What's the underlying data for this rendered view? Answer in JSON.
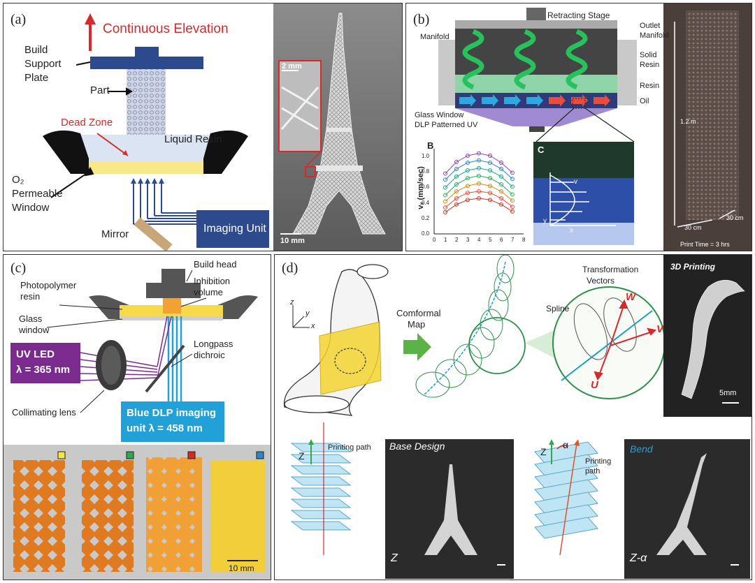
{
  "panel_a": {
    "label": "(a)",
    "elevation": "Continuous Elevation",
    "build_plate": [
      "Build",
      "Support",
      "Plate"
    ],
    "part": "Part",
    "dead_zone": "Dead Zone",
    "liquid_resin": "Liquid Resin",
    "window": [
      "O₂",
      "Permeable",
      "Window"
    ],
    "mirror": "Mirror",
    "imaging_unit": "Imaging Unit",
    "scale_small": "2 mm",
    "scale_large": "10 mm"
  },
  "panel_b": {
    "label": "(b)",
    "retracting_stage": "Retracting Stage",
    "manifold": "Manifold",
    "outlet_manifold": [
      "Outlet",
      "Manifold"
    ],
    "solid_resin": [
      "Solid",
      "Resin"
    ],
    "resin": "Resin",
    "oil": "Oil",
    "glass_window": "Glass Window",
    "dlp": "DLP Patterned UV",
    "inset_b": "B",
    "inset_c": "C",
    "ylabel": "vₓ (mm/sec)",
    "y_ticks": [
      "0.0",
      "0.2",
      "0.4",
      "0.6",
      "0.8",
      "1.0"
    ],
    "x_ticks": [
      "0",
      "1",
      "2",
      "3",
      "4",
      "5",
      "6",
      "7",
      "8"
    ],
    "c_v": "v",
    "c_x": "x",
    "c_y": "y",
    "height_label": "1.2 m",
    "width_30": "30 cm",
    "width_30b": "30 cm",
    "print_time": "Print Time = 3 hrs"
  },
  "panel_c": {
    "label": "(c)",
    "build_head": "Build head",
    "photopolymer": [
      "Photopolymer",
      "resin"
    ],
    "inhibition": [
      "Inhibition",
      "volume"
    ],
    "glass": [
      "Glass",
      "window"
    ],
    "uv_led": [
      "UV LED",
      "λ = 365 nm"
    ],
    "longpass": [
      "Longpass",
      "dichroic"
    ],
    "collimating": "Collimating lens",
    "blue_dlp": [
      "Blue DLP imaging",
      "unit λ = 458 nm"
    ],
    "scale": "10 mm"
  },
  "panel_d": {
    "label": "(d)",
    "conformal": [
      "Comformal",
      "Map"
    ],
    "transformation": [
      "Transformation",
      "Vectors"
    ],
    "spline": "Spline",
    "w": "W",
    "v": "V",
    "u": "U",
    "three_d": "3D Printing",
    "scale_5mm": "5mm",
    "z1": "Z",
    "z2": "Z",
    "alpha": "α",
    "printing_path": "Printing path",
    "printing_path2": [
      "Printing",
      "path"
    ],
    "base_design": "Base Design",
    "bend": "Bend",
    "z_caption": "Z",
    "za_caption": "Z-α",
    "axis_x": "x",
    "axis_y": "y",
    "axis_z": "z"
  },
  "chart_data": {
    "type": "scatter",
    "title": "",
    "xlabel": "",
    "ylabel": "vₓ (mm/sec)",
    "xlim": [
      0,
      8
    ],
    "ylim": [
      0.0,
      1.1
    ],
    "x": [
      1,
      2,
      3,
      4,
      5,
      6,
      7
    ],
    "series": [
      {
        "color": "#8e44ad",
        "values": [
          0.78,
          0.93,
          1.01,
          1.04,
          1.01,
          0.92,
          0.79
        ]
      },
      {
        "color": "#2e86c1",
        "values": [
          0.7,
          0.84,
          0.92,
          0.95,
          0.92,
          0.84,
          0.71
        ]
      },
      {
        "color": "#17a589",
        "values": [
          0.6,
          0.74,
          0.82,
          0.85,
          0.82,
          0.74,
          0.61
        ]
      },
      {
        "color": "#27ae60",
        "values": [
          0.5,
          0.64,
          0.72,
          0.75,
          0.72,
          0.64,
          0.51
        ]
      },
      {
        "color": "#d68910",
        "values": [
          0.42,
          0.55,
          0.62,
          0.65,
          0.62,
          0.55,
          0.43
        ]
      },
      {
        "color": "#e74c3c",
        "values": [
          0.34,
          0.46,
          0.53,
          0.55,
          0.53,
          0.46,
          0.35
        ]
      },
      {
        "color": "#c0392b",
        "values": [
          0.28,
          0.38,
          0.44,
          0.46,
          0.44,
          0.38,
          0.29
        ]
      }
    ]
  },
  "colors": {
    "red": "#d62a2a",
    "navy": "#2c4a8c",
    "purple": "#7b2b8e",
    "blue_box": "#22a0d8",
    "yellow": "#f7e98a"
  }
}
